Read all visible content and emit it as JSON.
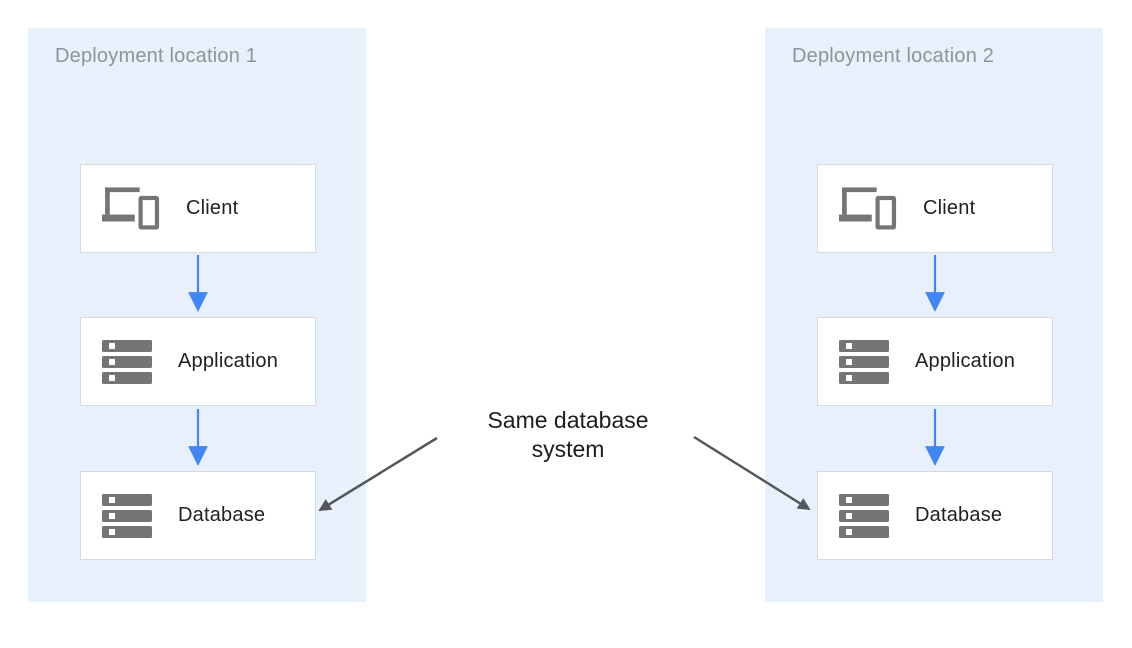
{
  "annotation": {
    "label": "Same database system"
  },
  "panels": [
    {
      "title": "Deployment location 1",
      "nodes": [
        {
          "icon": "client-devices-icon",
          "label": "Client"
        },
        {
          "icon": "server-stack-icon",
          "label": "Application"
        },
        {
          "icon": "server-stack-icon",
          "label": "Database"
        }
      ]
    },
    {
      "title": "Deployment location 2",
      "nodes": [
        {
          "icon": "client-devices-icon",
          "label": "Client"
        },
        {
          "icon": "server-stack-icon",
          "label": "Application"
        },
        {
          "icon": "server-stack-icon",
          "label": "Database"
        }
      ]
    }
  ],
  "colors": {
    "panel_background": "#E8F1FB",
    "node_background": "#FFFFFF",
    "node_border": "#D8DADC",
    "icon_gray": "#757575",
    "title_gray": "#8F9397",
    "label_text": "#212121",
    "flow_arrow_blue": "#4285F4",
    "annotation_arrow_gray": "#53575B",
    "annotation_text": "#1C1C1C"
  }
}
